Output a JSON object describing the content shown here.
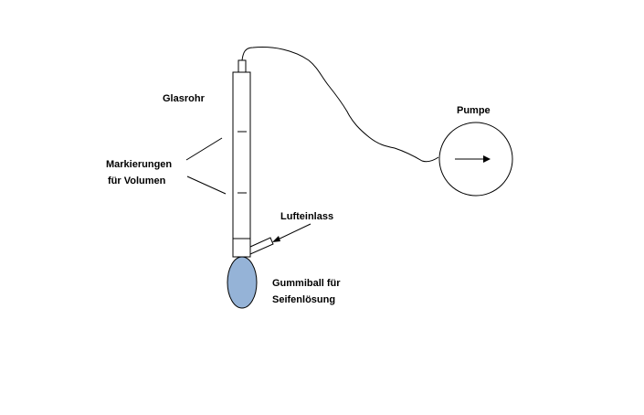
{
  "labels": {
    "glasrohr": "Glasrohr",
    "markierungen_line1": "Markierungen",
    "markierungen_line2": "für Volumen",
    "lufteinlass": "Lufteinlass",
    "pumpe": "Pumpe",
    "gummiball_line1": "Gummiball für",
    "gummiball_line2": "Seifenlösung"
  },
  "colors": {
    "stroke": "#000000",
    "rubber_ball_fill": "#95b3d7",
    "rubber_ball_stroke": "#000000",
    "background": "#ffffff"
  },
  "icons": {
    "pump_direction": "arrow-right-icon"
  }
}
